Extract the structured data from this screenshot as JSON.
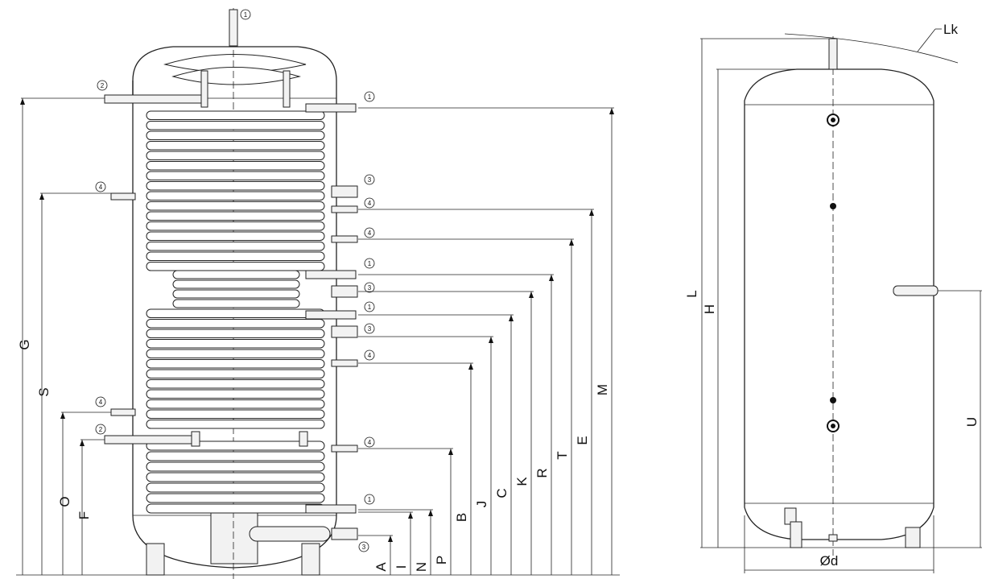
{
  "left_view": {
    "connection_markers": [
      "1",
      "2",
      "3",
      "4"
    ],
    "left_dims": [
      "A",
      "I",
      "N",
      "P",
      "B",
      "J",
      "C",
      "K",
      "R",
      "T",
      "E",
      "M",
      "G",
      "S",
      "O",
      "F"
    ],
    "labels": {
      "G": "G",
      "S": "S",
      "O": "O",
      "F": "F",
      "A": "A",
      "I": "I",
      "N": "N",
      "P": "P",
      "B": "B",
      "J": "J",
      "C": "C",
      "K": "K",
      "R": "R",
      "T": "T",
      "E": "E",
      "M": "M"
    }
  },
  "right_view": {
    "labels": {
      "L": "L",
      "H": "H",
      "U": "U",
      "Lk": "Lk",
      "d": "Ød"
    }
  }
}
